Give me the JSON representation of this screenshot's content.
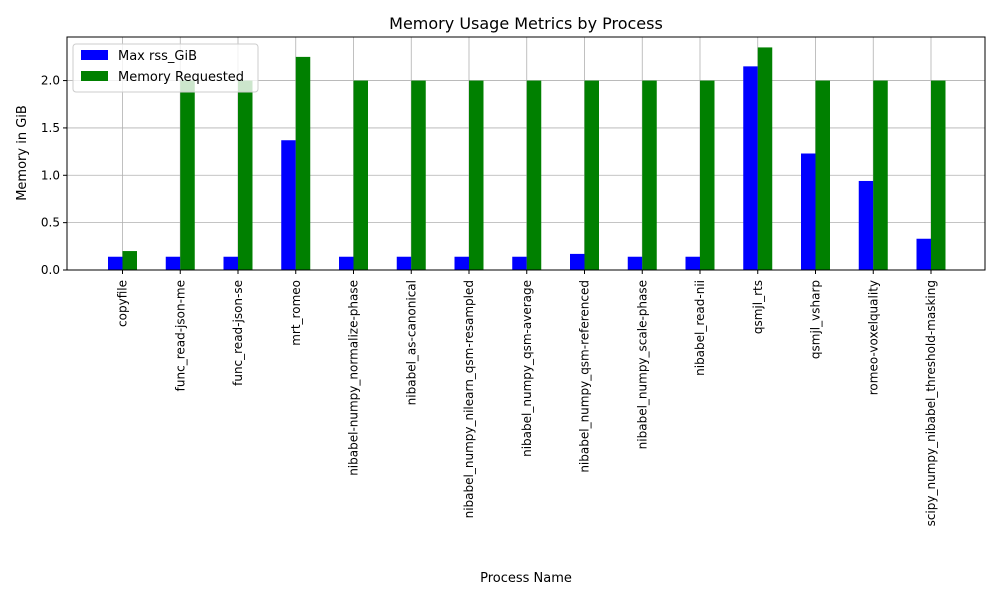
{
  "chart_data": {
    "type": "bar",
    "title": "Memory Usage Metrics by Process",
    "xlabel": "Process Name",
    "ylabel": "Memory in GiB",
    "ylim": [
      0,
      2.46
    ],
    "yticks": [
      "0.0",
      "0.5",
      "1.0",
      "1.5",
      "2.0"
    ],
    "grid": true,
    "legend_position": "top-left",
    "categories": [
      "copyfile",
      "func_read-json-me",
      "func_read-json-se",
      "mrt_romeo",
      "nibabel-numpy_normalize-phase",
      "nibabel_as-canonical",
      "nibabel_numpy_nilearn_qsm-resampled",
      "nibabel_numpy_qsm-average",
      "nibabel_numpy_qsm-referenced",
      "nibabel_numpy_scale-phase",
      "nibabel_read-nii",
      "qsmjl_rts",
      "qsmjl_vsharp",
      "romeo-voxelquality",
      "scipy_numpy_nibabel_threshold-masking"
    ],
    "series": [
      {
        "name": "Max rss_GiB",
        "color": "#0000ff",
        "values": [
          0.14,
          0.14,
          0.14,
          1.37,
          0.14,
          0.14,
          0.14,
          0.14,
          0.17,
          0.14,
          0.14,
          2.15,
          1.23,
          0.94,
          0.33
        ]
      },
      {
        "name": "Memory Requested",
        "color": "#008000",
        "values": [
          0.2,
          2.0,
          2.0,
          2.25,
          2.0,
          2.0,
          2.0,
          2.0,
          2.0,
          2.0,
          2.0,
          2.35,
          2.0,
          2.0,
          2.0
        ]
      }
    ]
  }
}
